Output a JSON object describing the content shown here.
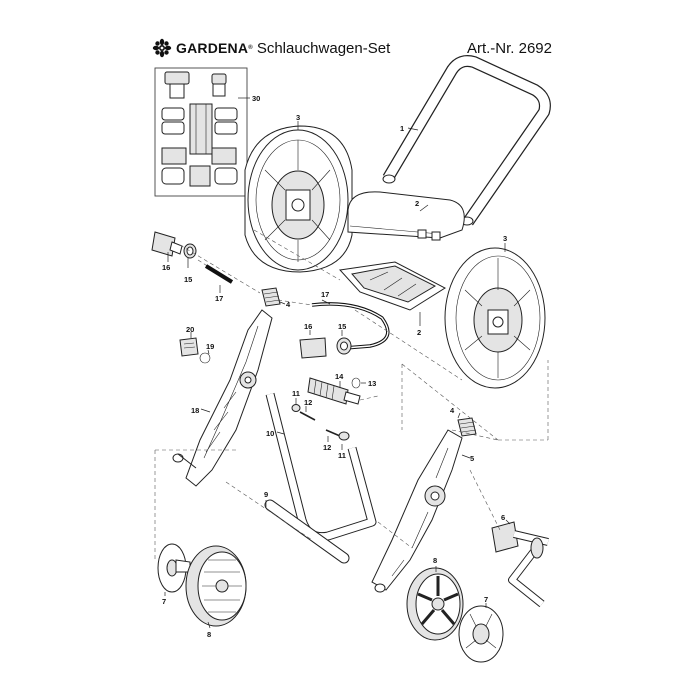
{
  "header": {
    "brand": "GARDENA",
    "brand_mark": "®",
    "title": "Schlauchwagen-Set",
    "article": "Art.-Nr. 2692"
  },
  "callouts": {
    "c1": "1",
    "c2a": "2",
    "c2b": "2",
    "c3a": "3",
    "c3b": "3",
    "c4a": "4",
    "c4b": "4",
    "c5": "5",
    "c6": "6",
    "c7a": "7",
    "c7b": "7",
    "c8a": "8",
    "c8b": "8",
    "c9": "9",
    "c10": "10",
    "c11a": "11",
    "c11b": "11",
    "c12a": "12",
    "c12b": "12",
    "c13": "13",
    "c14": "14",
    "c15a": "15",
    "c15b": "15",
    "c16a": "16",
    "c16b": "16",
    "c17a": "17",
    "c17b": "17",
    "c18": "18",
    "c19": "19",
    "c20": "20",
    "c30": "30"
  },
  "icons": {
    "logo": "gardena-flower-logo-icon"
  }
}
